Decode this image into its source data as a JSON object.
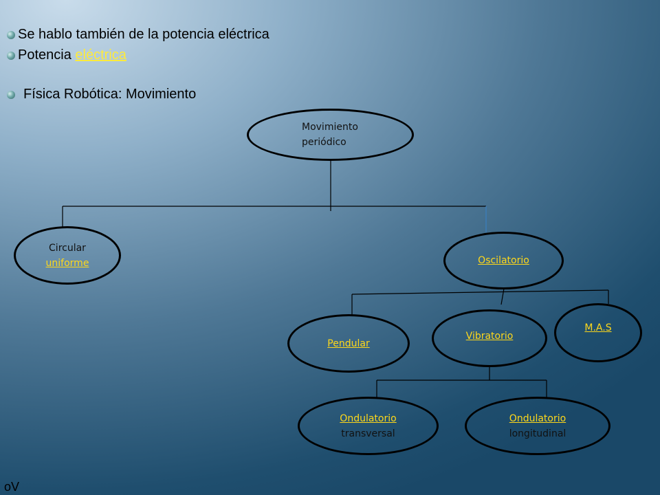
{
  "bullets": [
    {
      "text": "Se hablo también de la potencia eléctrica"
    },
    {
      "text": "Potencia ",
      "link": "eléctrica"
    },
    {
      "text": "Física Robótica: Movimiento"
    }
  ],
  "diagram": {
    "root": {
      "line1": "Movimiento",
      "line2": "periódico"
    },
    "circular": {
      "text": "Circular",
      "link": "uniforme"
    },
    "oscilatorio": {
      "link": "Oscilatorio"
    },
    "pendular": {
      "link": "Pendular"
    },
    "vibratorio": {
      "link": "Vibratorio"
    },
    "mas": {
      "link": "M.A.S"
    },
    "ond_transversal": {
      "link": "Ondulatorio",
      "text": "transversal"
    },
    "ond_longitudinal": {
      "link": "Ondulatorio",
      "text": "longitudinal"
    }
  },
  "footer": {
    "text": "oV"
  },
  "colors": {
    "link": "#ffd81a",
    "bullet": "#4f8a8a",
    "background": "#2a5a7c"
  }
}
